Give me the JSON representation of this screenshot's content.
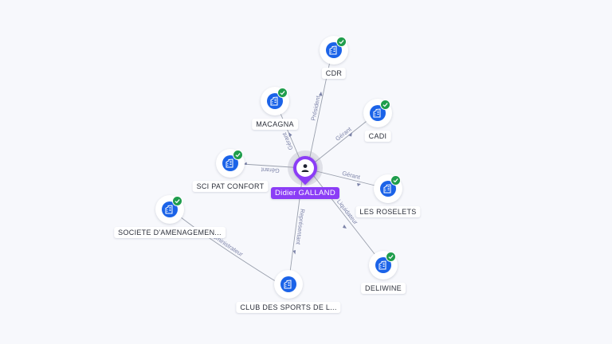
{
  "center": {
    "name": "Didier GALLAND",
    "icon": "person-icon",
    "color": "#8b3df6"
  },
  "nodes": [
    {
      "id": "cdr",
      "label": "CDR",
      "icon": "building-icon",
      "verified": true
    },
    {
      "id": "macagna",
      "label": "MACAGNA",
      "icon": "building-icon",
      "verified": true
    },
    {
      "id": "cadi",
      "label": "CADI",
      "icon": "building-icon",
      "verified": true
    },
    {
      "id": "sci-pat-confort",
      "label": "SCI PAT CONFORT",
      "icon": "building-icon",
      "verified": true
    },
    {
      "id": "les-roselets",
      "label": "LES ROSELETS",
      "icon": "building-icon",
      "verified": true
    },
    {
      "id": "societe-amenagement",
      "label": "SOCIETE D'AMENAGEMEN...",
      "icon": "building-icon",
      "verified": true
    },
    {
      "id": "deliwine",
      "label": "DELIWINE",
      "icon": "building-icon",
      "verified": true
    },
    {
      "id": "club-des-sports",
      "label": "CLUB DES SPORTS DE L...",
      "icon": "building-icon",
      "verified": false
    }
  ],
  "edges": [
    {
      "from": "center",
      "to": "cdr",
      "label": "Président"
    },
    {
      "from": "center",
      "to": "macagna",
      "label": "Gérant"
    },
    {
      "from": "center",
      "to": "cadi",
      "label": "Gérant"
    },
    {
      "from": "center",
      "to": "sci-pat-confort",
      "label": "Gérant"
    },
    {
      "from": "center",
      "to": "les-roselets",
      "label": "Gérant"
    },
    {
      "from": "center",
      "to": "deliwine",
      "label": "Liquidateur"
    },
    {
      "from": "center",
      "to": "club-des-sports",
      "label": "Représentant"
    },
    {
      "from": "club-des-sports",
      "to": "societe-amenagement",
      "label": "Administrateur"
    }
  ],
  "colors": {
    "company": "#1b63e8",
    "verified": "#1f9d4c",
    "edge": "#9aa0ad",
    "edge_label": "#7c83a8"
  }
}
